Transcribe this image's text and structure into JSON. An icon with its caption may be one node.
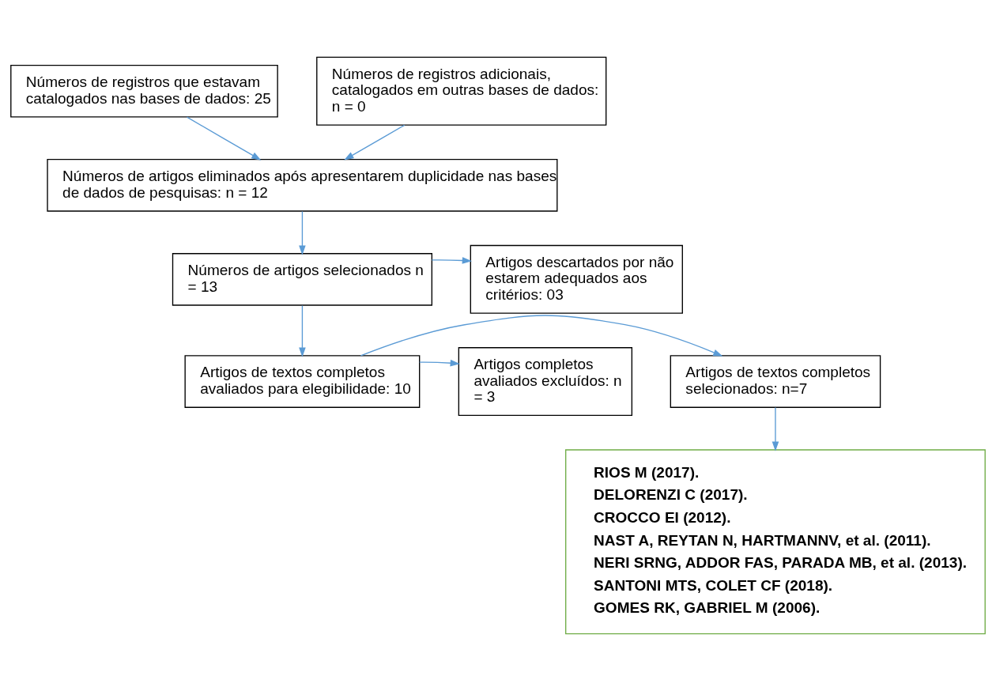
{
  "diagram": {
    "nodes": [
      {
        "text": [
          "Números de registros que estavam catalogados nas bases de dados: 25"
        ]
      },
      {
        "text": [
          "Números de registros adicionais, catalogados em outras bases de dados: n = 0"
        ]
      },
      {
        "text": [
          "Números de artigos eliminados após apresentarem duplicidade nas bases de dados de pesquisas: n = 12"
        ]
      },
      {
        "text": [
          "Artigos descartados por não estarem adequados aos critérios: 03"
        ]
      },
      {
        "text": [
          "Números de artigos selecionados n = 13"
        ]
      },
      {
        "text": [
          "Artigos de textos completos selecionados: n=7"
        ]
      },
      {
        "text": [
          "Artigos de textos completos avaliados para elegibilidade: 10"
        ]
      },
      {
        "text": [
          "Artigos completos avaliados excluídos: n = 3"
        ]
      },
      {
        "text": [
          "RIOS M (2017).",
          "DELORENZI C (2017).",
          "CROCCO EI (2012).",
          "NAST A, REYTAN N, HARTMANNV, et al. (2011).",
          "NERI SRNG, ADDOR FAS, PARADA MB, et al. (2013).",
          "SANTONI MTS, COLET CF (2018).",
          "GOMES RK, GABRIEL M (2006)."
        ]
      }
    ],
    "edges": [
      {
        "from": 0,
        "to": 2,
        "arrow": "to"
      },
      {
        "from": 1,
        "to": 2,
        "arrow": "to"
      },
      {
        "from": 2,
        "to": 4,
        "arrow": "to"
      },
      {
        "from": 4,
        "to": 3,
        "arrow": "to"
      },
      {
        "from": 4,
        "to": 6,
        "arrow": "to"
      },
      {
        "from": 6,
        "to": 5,
        "arrow": "to"
      },
      {
        "from": 6,
        "to": 7,
        "arrow": "to"
      },
      {
        "from": 5,
        "to": 8,
        "arrow": "to"
      }
    ]
  }
}
